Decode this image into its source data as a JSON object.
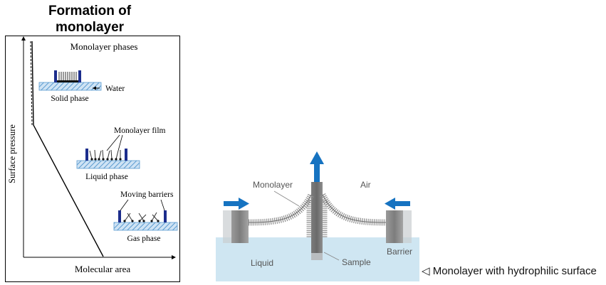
{
  "left_panel": {
    "title_line1": "Formation of",
    "title_line2": "monolayer",
    "heading": "Monolayer phases",
    "y_axis_label": "Surface pressure",
    "x_axis_label": "Molecular area",
    "solid_phase_label": "Solid phase",
    "water_label": "Water",
    "monolayer_film_label": "Monolayer film",
    "liquid_phase_label": "Liquid phase",
    "moving_barriers_label": "Moving barriers",
    "gas_phase_label": "Gas phase"
  },
  "right_panel": {
    "monolayer_label": "Monolayer",
    "air_label": "Air",
    "liquid_label": "Liquid",
    "sample_label": "Sample",
    "barrier_label": "Barrier",
    "caption": "◁ Monolayer with hydrophilic surface"
  },
  "colors": {
    "arrow_blue": "#1673c1",
    "liquid_blue": "#cfe6f2",
    "barrier_gray": "#8a8a8a",
    "hatch_blue": "#5a9bd0",
    "rod_navy": "#1c2d8c"
  }
}
